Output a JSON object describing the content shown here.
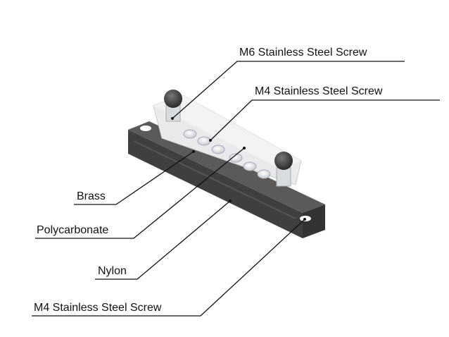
{
  "labels": {
    "m6_screw": "M6 Stainless Steel Screw",
    "m4_screw_top": "M4 Stainless Steel Screw",
    "brass": "Brass",
    "polycarbonate": "Polycarbonate",
    "nylon": "Nylon",
    "m4_screw_bottom": "M4 Stainless Steel Screw"
  },
  "colors": {
    "base": "#4a4a4a",
    "cover": "#e6e8ea",
    "nut": "#3a3a3a",
    "line": "#111111"
  }
}
